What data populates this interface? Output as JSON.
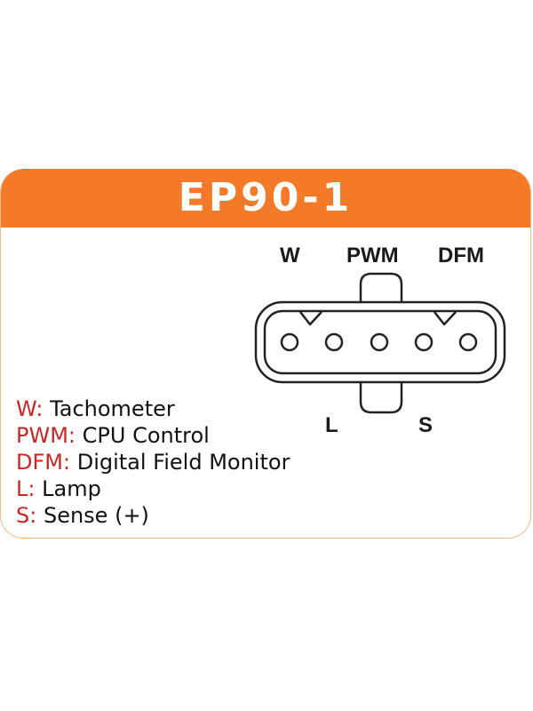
{
  "title": "EP90-1",
  "colors": {
    "accent": "#f47a2a",
    "key": "#c62828",
    "outline": "#222222"
  },
  "pins_top": {
    "w": "W",
    "pwm": "PWM",
    "dfm": "DFM"
  },
  "pins_bottom": {
    "l": "L",
    "s": "S"
  },
  "legend": [
    {
      "key": "W:",
      "desc": "Tachometer"
    },
    {
      "key": "PWM:",
      "desc": " CPU Control"
    },
    {
      "key": "DFM:",
      "desc": "Digital Field Monitor"
    },
    {
      "key": "L:",
      "desc": "Lamp"
    },
    {
      "key": "S:",
      "desc": "Sense (+)"
    }
  ]
}
